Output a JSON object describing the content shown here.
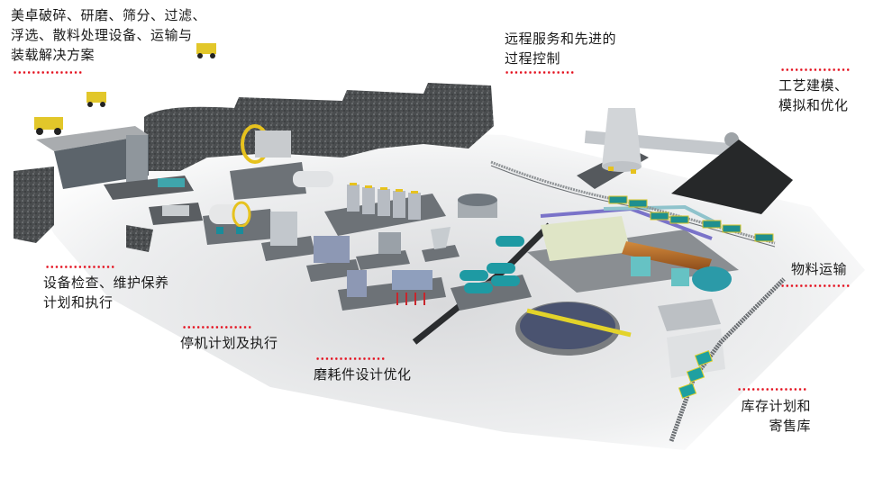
{
  "diagram": {
    "type": "mining-plant-process-overview",
    "accent_color": "#e4101e",
    "labels": [
      {
        "id": "crushing",
        "lines": [
          "美卓破碎、研磨、筛分、过滤、",
          "浮选、散料处理设备、运输与",
          "装载解决方案"
        ]
      },
      {
        "id": "remote",
        "lines": [
          "远程服务和先进的",
          "过程控制"
        ]
      },
      {
        "id": "modeling",
        "lines": [
          "工艺建模、",
          "模拟和优化"
        ]
      },
      {
        "id": "transport",
        "lines": [
          "物料运输"
        ]
      },
      {
        "id": "inventory",
        "lines": [
          "库存计划和",
          "寄售库"
        ]
      },
      {
        "id": "inspection",
        "lines": [
          "设备检查、维护保养",
          "计划和执行"
        ]
      },
      {
        "id": "shutdown",
        "lines": [
          "停机计划及执行"
        ]
      },
      {
        "id": "wear",
        "lines": [
          "磨耗件设计优化"
        ]
      }
    ],
    "equipment": [
      "haul-truck",
      "haul-truck",
      "primary-crusher",
      "conveyor",
      "screen",
      "grinding-mill",
      "ball-mill",
      "flotation-cells",
      "thickener-tank",
      "filter-press",
      "drum-scrubbers",
      "stacker-reclaimer",
      "stockpile",
      "rail-wagons",
      "rotary-kiln",
      "clarifier",
      "train-loadout"
    ]
  }
}
